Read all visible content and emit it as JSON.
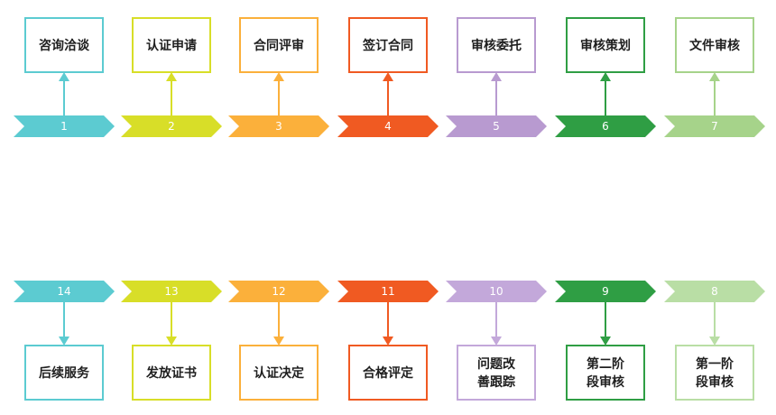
{
  "diagram": {
    "title": "",
    "steps": [
      {
        "number": "1",
        "label": "咨询洽谈",
        "color": "#5ccbd1"
      },
      {
        "number": "2",
        "label": "认证申请",
        "color": "#d8de28"
      },
      {
        "number": "3",
        "label": "合同评审",
        "color": "#fbb03b"
      },
      {
        "number": "4",
        "label": "签订合同",
        "color": "#f05a22"
      },
      {
        "number": "5",
        "label": "审核委托",
        "color": "#b89ad0"
      },
      {
        "number": "6",
        "label": "审核策划",
        "color": "#2f9e44"
      },
      {
        "number": "7",
        "label": "文件审核",
        "color": "#a6d38a"
      },
      {
        "number": "8",
        "label": "第一阶\n段审核",
        "color": "#b9dea5"
      },
      {
        "number": "9",
        "label": "第二阶\n段审核",
        "color": "#2f9e44"
      },
      {
        "number": "10",
        "label": "问题改\n善跟踪",
        "color": "#c3a8da"
      },
      {
        "number": "11",
        "label": "合格评定",
        "color": "#f05a22"
      },
      {
        "number": "12",
        "label": "认证决定",
        "color": "#fbb03b"
      },
      {
        "number": "13",
        "label": "发放证书",
        "color": "#d8de28"
      },
      {
        "number": "14",
        "label": "后续服务",
        "color": "#5ccbd1"
      }
    ]
  }
}
